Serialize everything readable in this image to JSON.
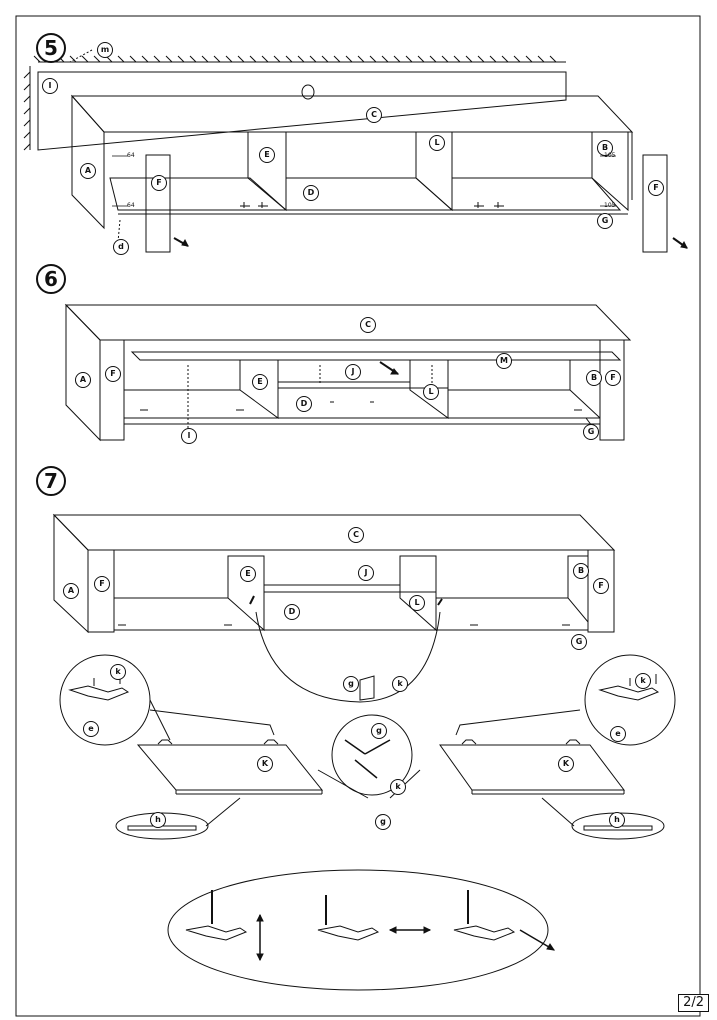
{
  "steps": [
    "5",
    "6",
    "7"
  ],
  "page_number": "2/2",
  "labels": {
    "A": "A",
    "B": "B",
    "C": "C",
    "D": "D",
    "E": "E",
    "F": "F",
    "G": "G",
    "I": "I",
    "J": "J",
    "K": "K",
    "L": "L",
    "M": "M",
    "d": "d",
    "e": "e",
    "g": "g",
    "h": "h",
    "k": "k",
    "l": "l",
    "m": "m"
  },
  "dimensions": {
    "d1": "64",
    "d2": "64",
    "d3": "105",
    "d4": "105"
  }
}
